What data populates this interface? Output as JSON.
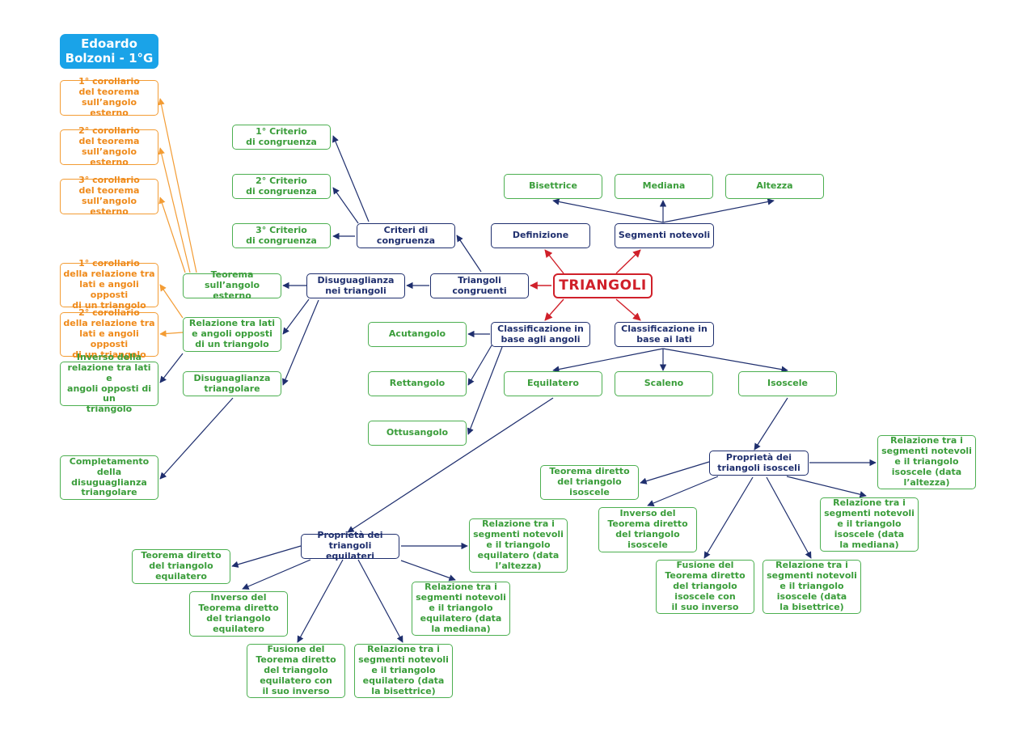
{
  "author": "Edoardo\nBolzoni - 1°G",
  "colors": {
    "navy": "#1f2f6e",
    "green": "#4caf50",
    "orange": "#f39c34",
    "red": "#d0202a",
    "author_bg": "#1aa3e8"
  },
  "nodes": {
    "triangoli": "TRIANGOLI",
    "definizione": "Definizione",
    "segmenti_notevoli": "Segmenti notevoli",
    "bisettrice": "Bisettrice",
    "mediana": "Mediana",
    "altezza": "Altezza",
    "triangoli_congruenti": "Triangoli\ncongruenti",
    "criteri_congruenza": "Criteri di\ncongruenza",
    "criterio_1": "1° Criterio\ndi congruenza",
    "criterio_2": "2° Criterio\ndi congruenza",
    "criterio_3": "3° Criterio\ndi congruenza",
    "disuguaglianza_triangoli": "Disuguaglianza\nnei triangoli",
    "teorema_angolo_esterno": "Teorema\nsull’angolo esterno",
    "relazione_lati_angoli": "Relazione tra lati\ne angoli opposti\ndi un triangolo",
    "disuguaglianza_triangolare": "Disuguaglianza\ntriangolare",
    "corollario_est_1": "1° corollario\ndel teorema\nsull’angolo esterno",
    "corollario_est_2": "2° corollario\ndel teorema\nsull’angolo esterno",
    "corollario_est_3": "3° corollario\ndel teorema\nsull’angolo esterno",
    "corollario_rel_1": "1° corollario\ndella relazione tra\nlati e angoli opposti\ndi un triangolo",
    "corollario_rel_2": "2° corollario\ndella relazione tra\nlati e angoli opposti\ndi un triangolo",
    "inverso_relazione": "Inverso della\nrelazione tra lati e\nangoli opposti di un\ntriangolo",
    "completamento": "Completamento\ndella\ndisuguaglianza\ntriangolare",
    "class_angoli": "Classificazione in\nbase agli angoli",
    "acutangolo": "Acutangolo",
    "rettangolo": "Rettangolo",
    "ottusangolo": "Ottusangolo",
    "class_lati": "Classificazione in\nbase ai lati",
    "equilatero": "Equilatero",
    "scaleno": "Scaleno",
    "isoscele": "Isoscele",
    "prop_isosceli": "Proprietà dei\ntriangoli isosceli",
    "iso_teorema_diretto": "Teorema diretto\ndel triangolo\nisoscele",
    "iso_inverso": "Inverso del\nTeorema diretto\ndel triangolo\nisoscele",
    "iso_fusione": "Fusione del\nTeorema diretto\ndel triangolo\nisoscele con\nil suo inverso",
    "iso_bisettrice": "Relazione tra i\nsegmenti notevoli\ne il triangolo\nisoscele (data\nla bisettrice)",
    "iso_mediana": "Relazione tra i\nsegmenti notevoli\ne il triangolo\nisoscele (data\nla mediana)",
    "iso_altezza": "Relazione tra i\nsegmenti notevoli\ne il triangolo\nisoscele (data\nl’altezza)",
    "prop_equilateri": "Proprietà dei\ntriangoli equilateri",
    "equi_teorema_diretto": "Teorema diretto\ndel triangolo\nequilatero",
    "equi_inverso": "Inverso del\nTeorema diretto\ndel triangolo\nequilatero",
    "equi_fusione": "Fusione del\nTeorema diretto\ndel triangolo\nequilatero con\nil suo inverso",
    "equi_bisettrice": "Relazione tra i\nsegmenti notevoli\ne il triangolo\nequilatero (data\nla bisettrice)",
    "equi_mediana": "Relazione tra i\nsegmenti notevoli\ne il triangolo\nequilatero (data\nla mediana)",
    "equi_altezza": "Relazione tra i\nsegmenti notevoli\ne il triangolo\nequilatero (data\nl’altezza)"
  }
}
